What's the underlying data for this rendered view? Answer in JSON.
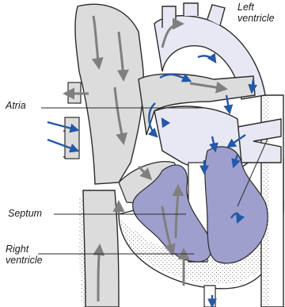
{
  "labels": {
    "left_ventricle": "Left\nventricle",
    "atria": "Atria",
    "septum": "Septum",
    "right_ventricle": "Right\nventricle"
  },
  "colors": {
    "outline": "#2b2b2b",
    "vessel_fill": "#dcdcdc",
    "light_fill": "#e8e8f4",
    "chamber_fill": "#9f9fcd",
    "blood_arrow_oxygen_poor": "#7f7f7f",
    "blood_arrow_oxygen_rich": "#2458a8"
  },
  "icons": [
    "flow-arrow-icon"
  ]
}
